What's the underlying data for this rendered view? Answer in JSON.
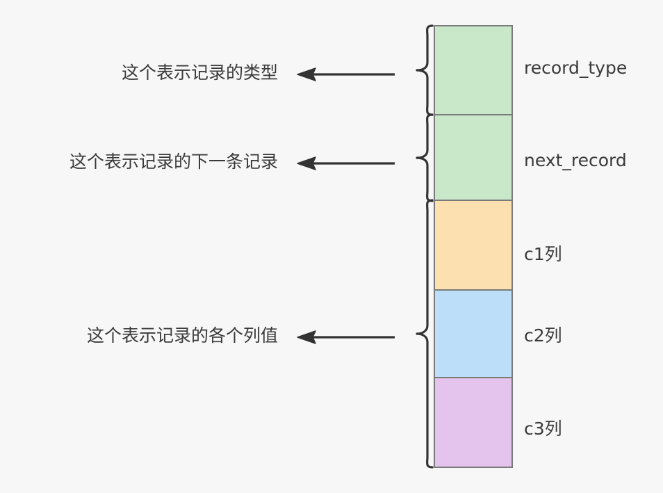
{
  "diagram": {
    "title": "record layout diagram",
    "background_color": "#f7f7f7",
    "text_color": "#3a3a3a",
    "border_color": "#7a7a7a",
    "stroke_color": "#333333"
  },
  "cells": [
    {
      "id": "record_type",
      "label": "record_type",
      "color": "#c9e8c9"
    },
    {
      "id": "next_record",
      "label": "next_record",
      "color": "#c9e8c9"
    },
    {
      "id": "c1",
      "label": "c1列",
      "color": "#fce0b0"
    },
    {
      "id": "c2",
      "label": "c2列",
      "color": "#bcdef8"
    },
    {
      "id": "c3",
      "label": "c3列",
      "color": "#e4c3ec"
    }
  ],
  "annotations": [
    {
      "id": "note-record-type",
      "text": "这个表示记录的类型"
    },
    {
      "id": "note-next-record",
      "text": "这个表示记录的下一条记录"
    },
    {
      "id": "note-column-values",
      "text": "这个表示记录的各个列值"
    }
  ]
}
